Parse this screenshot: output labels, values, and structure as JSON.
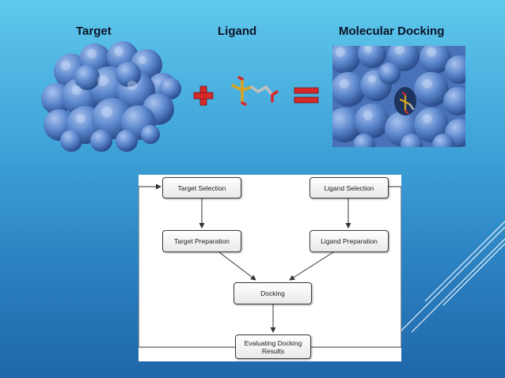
{
  "header": {
    "target": "Target",
    "ligand": "Ligand",
    "docking": "Molecular Docking"
  },
  "colors": {
    "background_top": "#5fc8ec",
    "background_bottom": "#1f67aa",
    "protein_surface": "#5b86cc",
    "plus_red": "#d42a2a",
    "equals_red": "#d42a2a",
    "diagram_bg": "#ffffff"
  },
  "icons": {
    "target": "protein-surface-icon",
    "plus": "plus-icon",
    "ligand": "ligand-molecule-icon",
    "equals": "equals-icon",
    "docking": "docked-complex-icon"
  },
  "flowchart": {
    "nodes": {
      "target_selection": "Target Selection",
      "ligand_selection": "Ligand Selection",
      "target_preparation": "Target Preparation",
      "ligand_preparation": "Ligand Preparation",
      "docking": "Docking",
      "evaluating_line1": "Evaluating Docking",
      "evaluating_line2": "Results"
    }
  }
}
